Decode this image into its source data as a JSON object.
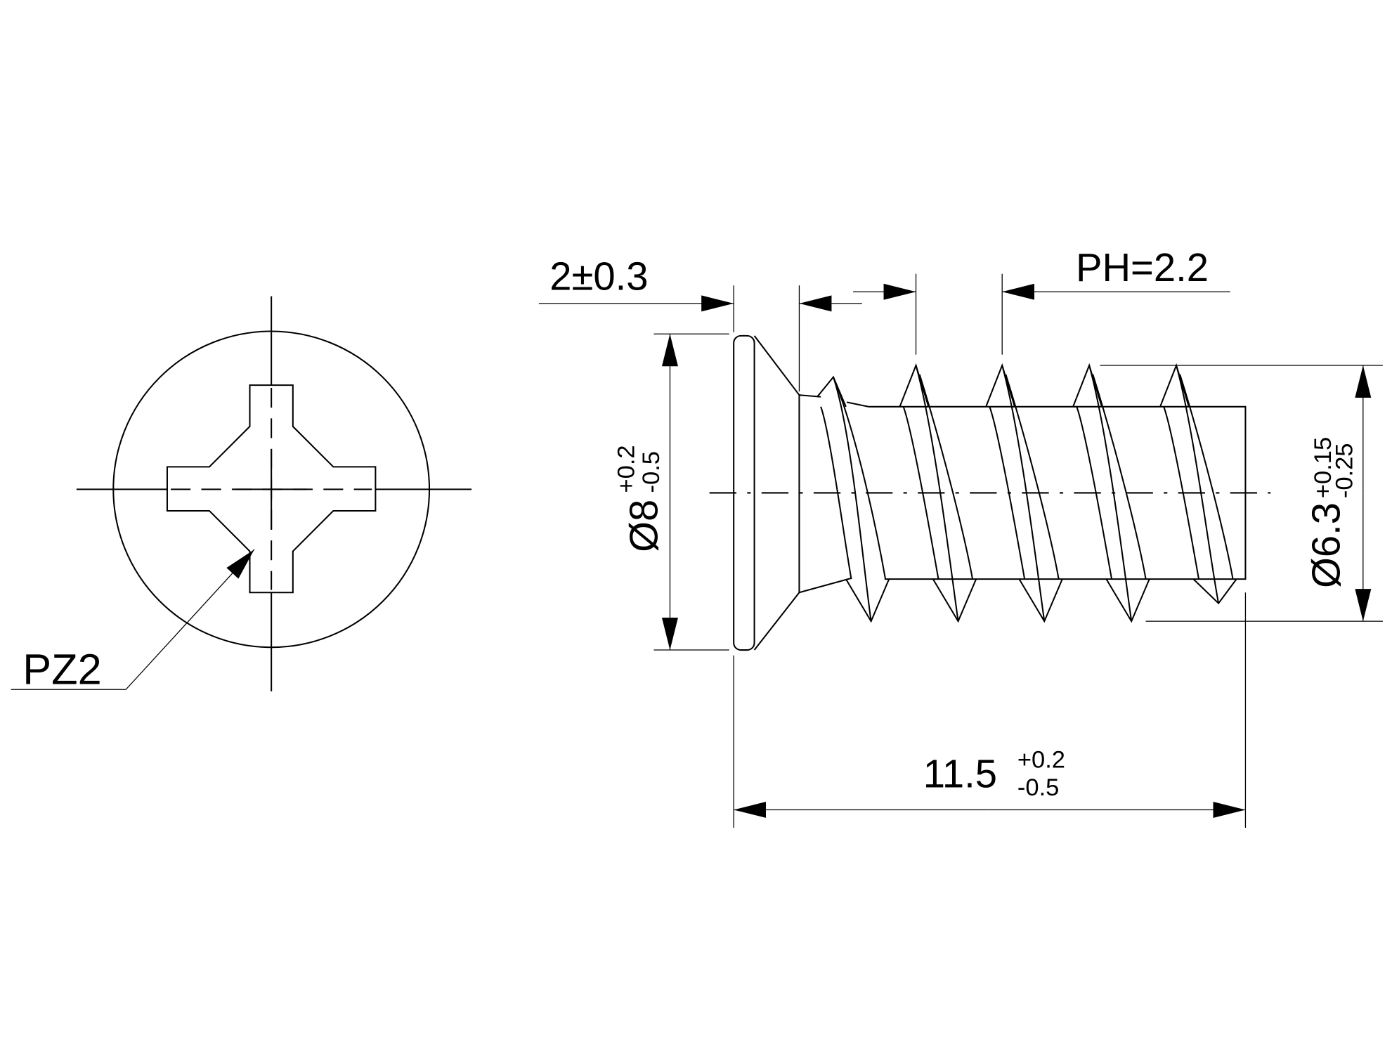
{
  "drawing": {
    "title": "Euro screw technical drawing",
    "drive_label": "PZ2",
    "head_height": "2±0.3",
    "pitch": "PH=2.2",
    "head_diameter": {
      "nominal": "Ø8",
      "upper": "+0.2",
      "lower": "-0.5"
    },
    "thread_diameter": {
      "nominal": "Ø6.3",
      "upper": "+0.15",
      "lower": "-0.25"
    },
    "length": {
      "nominal": "11.5",
      "upper": "+0.2",
      "lower": "-0.5"
    }
  },
  "colors": {
    "line": "#000000",
    "background": "#ffffff"
  }
}
